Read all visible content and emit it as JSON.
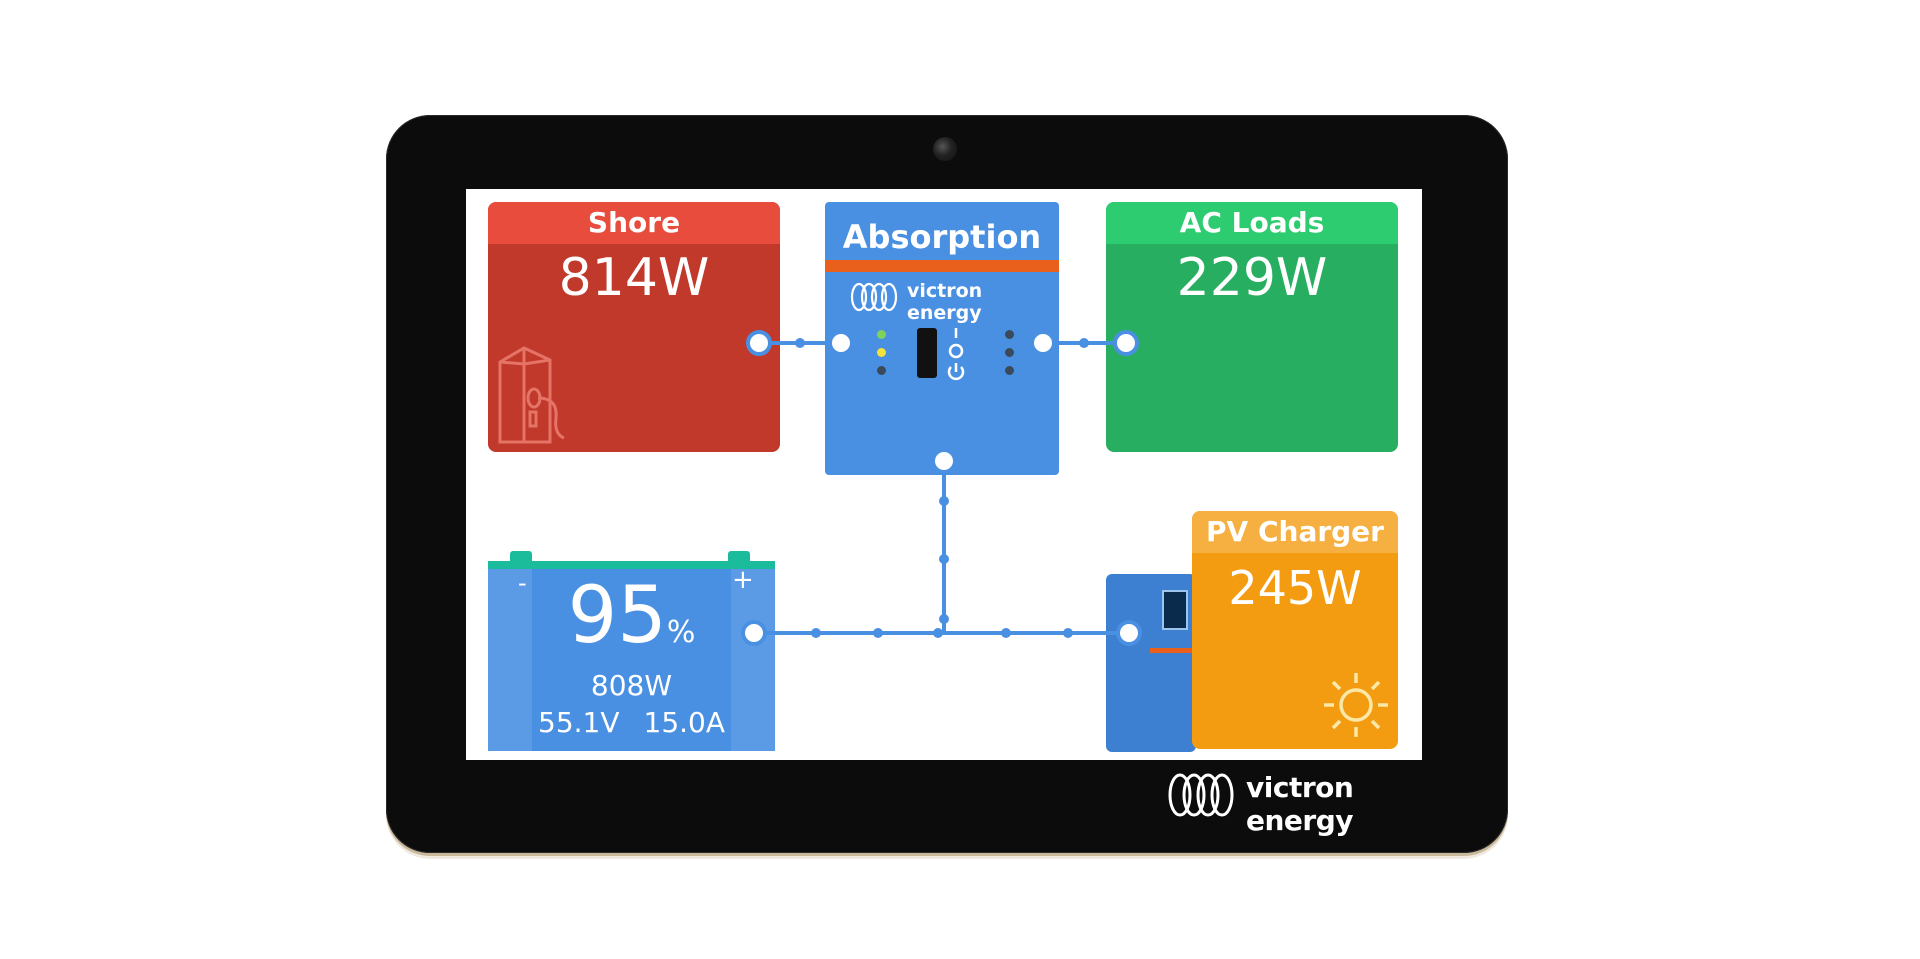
{
  "colors": {
    "shore": "#c0392b",
    "shore_header": "#e74c3c",
    "loads": "#27ae60",
    "loads_header": "#2ecc71",
    "pv": "#f39c12",
    "pv_header": "#f5b041",
    "inverter": "#4a90e2",
    "battery": "#4a90e2",
    "accent_orange": "#e8601c",
    "battery_terminal": "#1abc9c"
  },
  "shore": {
    "title": "Shore",
    "power": "814W"
  },
  "inverter": {
    "state": "Absorption",
    "brand": "victron energy"
  },
  "ac_loads": {
    "title": "AC Loads",
    "power": "229W"
  },
  "battery": {
    "soc_value": "95",
    "soc_unit": "%",
    "power": "808W",
    "voltage": "55.1V",
    "current": "15.0A",
    "minus_label": "-",
    "plus_label": "+"
  },
  "pv_charger": {
    "title": "PV Charger",
    "power": "245W"
  },
  "device": {
    "brand": "victron energy"
  },
  "icons": [
    "plug-icon",
    "sun-icon",
    "victron-logo-icon",
    "power-icon"
  ]
}
